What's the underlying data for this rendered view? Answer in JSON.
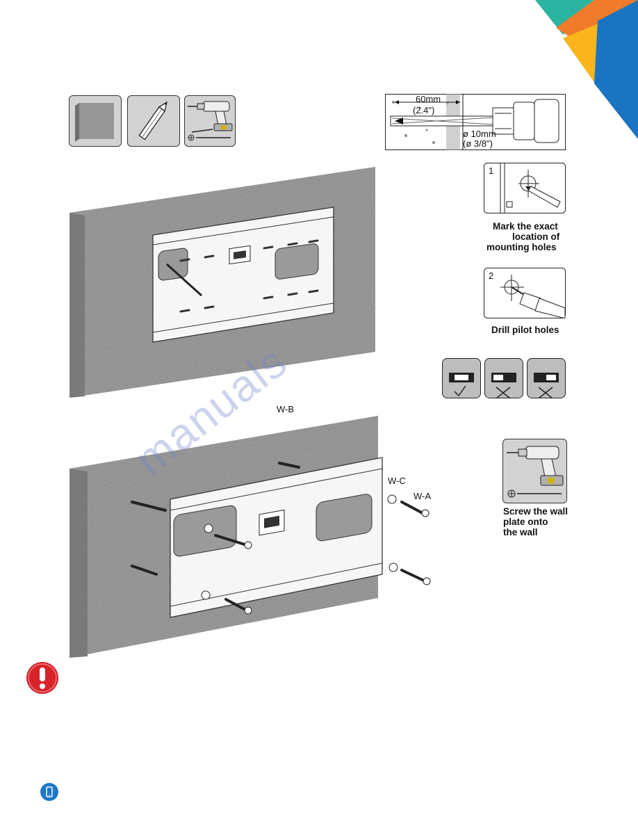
{
  "tools": {
    "items": [
      {
        "name": "wall-sample",
        "icon": "wall-texture-icon"
      },
      {
        "name": "pencil",
        "icon": "pencil-icon"
      },
      {
        "name": "drill",
        "icon": "drill-icon"
      }
    ]
  },
  "drill_spec": {
    "depth_mm": "60mm",
    "depth_in": "(2.4\")",
    "diameter_mm": "ø 10mm",
    "diameter_in": "(ø 3/8\")"
  },
  "steps": {
    "mark": {
      "number": "1",
      "caption_lines": [
        "Mark the exact",
        "location of",
        "mounting holes"
      ]
    },
    "drill": {
      "number": "2",
      "caption": "Drill pilot holes"
    }
  },
  "level": {
    "states": [
      "correct",
      "wrong",
      "wrong"
    ]
  },
  "parts": {
    "wb": "W-B",
    "wc": "W-C",
    "wa": "W-A"
  },
  "screw_step": {
    "caption_lines": [
      "Screw the wall",
      "plate onto",
      "the wall"
    ]
  },
  "watermark": "manuals",
  "colors": {
    "warning": "#d8232a",
    "accent_blue": "#1f77c9",
    "teal": "#2bb5a0",
    "orange": "#f07b2a",
    "yellow": "#f9b51b",
    "corner_blue": "#1a74c1"
  }
}
